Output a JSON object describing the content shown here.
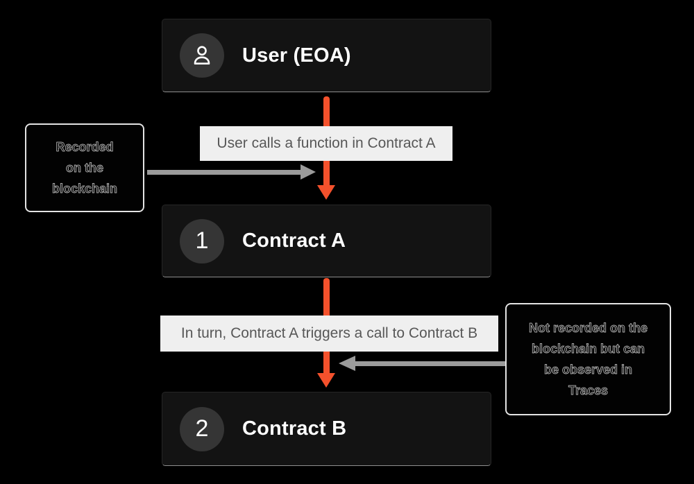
{
  "nodes": {
    "user": {
      "label": "User (EOA)"
    },
    "contract_a": {
      "label": "Contract A",
      "number": "1"
    },
    "contract_b": {
      "label": "Contract B",
      "number": "2"
    }
  },
  "edge_labels": {
    "call1": "User calls a function in Contract A",
    "call2": "In turn, Contract A triggers a call to Contract B"
  },
  "annotations": {
    "left": {
      "lines": [
        "Recorded",
        "on the",
        "blockchain"
      ]
    },
    "right": {
      "lines": [
        "Not recorded on the",
        "blockchain but can",
        "be observed in",
        "Traces"
      ]
    }
  },
  "icons": {
    "user_badge": "user-icon"
  },
  "colors": {
    "background": "#000000",
    "node_bg": "#131313",
    "accent_orange": "#f4512c",
    "arrow_gray": "#9b9b9b",
    "label_bg": "#efefef",
    "label_text": "#575757"
  }
}
